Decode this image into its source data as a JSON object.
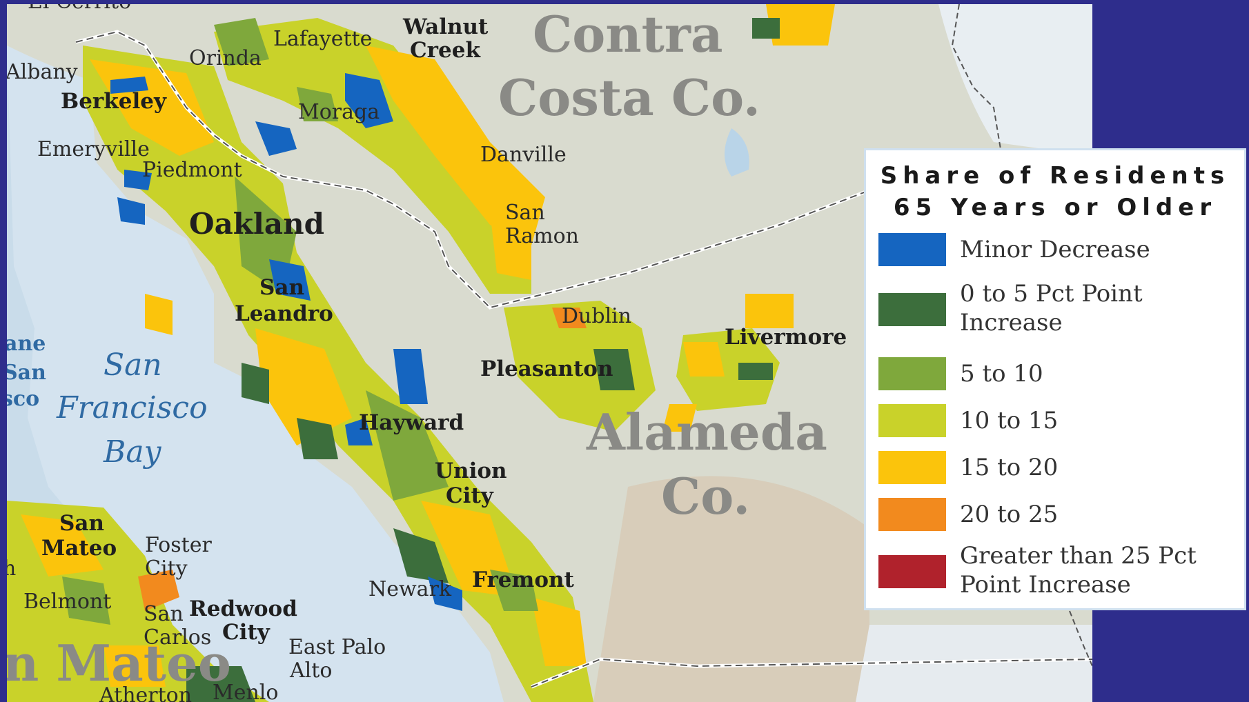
{
  "legend": {
    "title_line1": "Share of Residents",
    "title_line2": "65 Years or Older",
    "items": [
      {
        "label": "Minor Decrease",
        "color": "#1565c0"
      },
      {
        "label": "0 to 5 Pct Point\nIncrease",
        "color": "#3c6e3c"
      },
      {
        "label": "5 to 10",
        "color": "#7fa83c"
      },
      {
        "label": "10 to 15",
        "color": "#c9d22a"
      },
      {
        "label": "15 to 20",
        "color": "#fbc40c"
      },
      {
        "label": "20 to 25",
        "color": "#f28a1e"
      },
      {
        "label": "Greater than 25 Pct\nPoint Increase",
        "color": "#b0222c"
      }
    ]
  },
  "places": {
    "el_cerrito": "El Cerrito",
    "albany": "Albany",
    "berkeley": "Berkeley",
    "emeryville": "Emeryville",
    "piedmont": "Piedmont",
    "orinda": "Orinda",
    "lafayette": "Lafayette",
    "walnut_creek_1": "Walnut",
    "walnut_creek_2": "Creek",
    "moraga": "Moraga",
    "danville": "Danville",
    "san_ramon_1": "San",
    "san_ramon_2": "Ramon",
    "oakland": "Oakland",
    "san_leandro_1": "San",
    "san_leandro_2": "Leandro",
    "dublin": "Dublin",
    "livermore": "Livermore",
    "pleasanton": "Pleasanton",
    "hayward": "Hayward",
    "union_city_1": "Union",
    "union_city_2": "City",
    "newark": "Newark",
    "fremont": "Fremont",
    "san_mateo_1": "San",
    "san_mateo_2": "Mateo",
    "foster_city_1": "Foster",
    "foster_city_2": "City",
    "belmont": "Belmont",
    "san_carlos_1": "San",
    "san_carlos_2": "Carlos",
    "redwood_city_1": "Redwood",
    "redwood_city_2": "City",
    "east_palo_alto_1": "East Palo",
    "east_palo_alto_2": "Alto",
    "atherton": "Atherton",
    "menlo": "Menlo",
    "edge_1": "ane",
    "edge_2": "San",
    "edge_3": "sco",
    "edge_4": "h"
  },
  "counties": {
    "contra_costa_1": "Contra",
    "contra_costa_2": "Costa Co.",
    "alameda_1": "Alameda",
    "alameda_2": "Co.",
    "san_mateo": "n Mateo"
  },
  "water": {
    "bay_1": "San",
    "bay_2": "Francisco",
    "bay_3": "Bay"
  }
}
